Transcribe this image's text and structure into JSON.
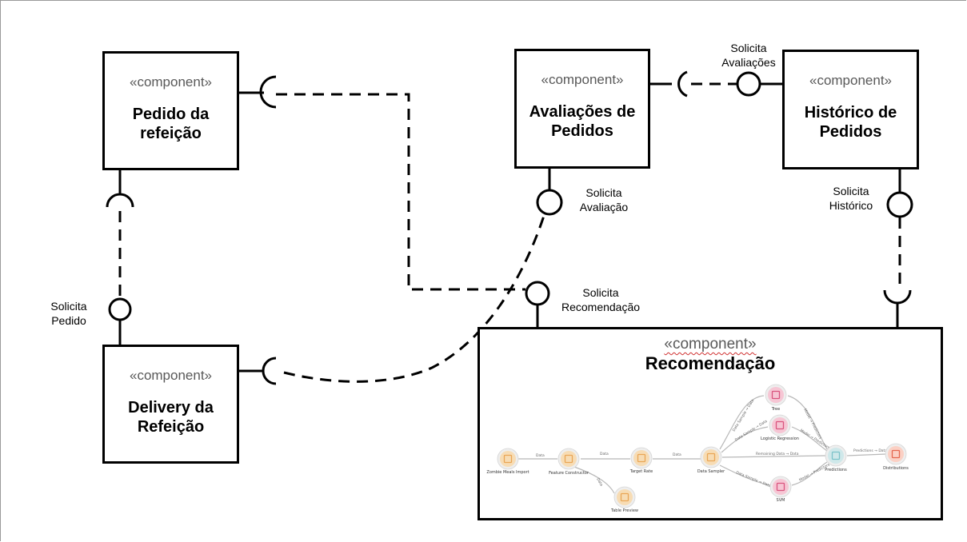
{
  "components": {
    "pedido": {
      "stereotype": "«component»",
      "name": "Pedido da refeição"
    },
    "avaliacoes": {
      "stereotype": "«component»",
      "name": "Avaliações de Pedidos"
    },
    "historico": {
      "stereotype": "«component»",
      "name": "Histórico de Pedidos"
    },
    "delivery": {
      "stereotype": "«component»",
      "name": "Delivery da Refeição"
    },
    "recomendacao": {
      "stereotype": "«component»",
      "name": "Recomendação"
    }
  },
  "interfaces": {
    "solicita_avaliacoes": {
      "line1": "Solicita",
      "line2": "Avaliações"
    },
    "solicita_avaliacao": {
      "line1": "Solicita",
      "line2": "Avaliação"
    },
    "solicita_historico": {
      "line1": "Solicita",
      "line2": "Histórico"
    },
    "solicita_recomendacao": {
      "line1": "Solicita",
      "line2": "Recomendação"
    },
    "solicita_pedido": {
      "line1": "Solicita",
      "line2": "Pedido"
    }
  },
  "workflow": {
    "nodes": {
      "zombie": "Zombie Meals Import",
      "feature": "Feature Constructor",
      "table": "Table Preview",
      "target": "Target Rate",
      "sampler": "Data Sampler",
      "tree": "Tree",
      "logistic": "Logistic Regression",
      "svm": "SVM",
      "predictions": "Predictions",
      "distributions": "Distributions"
    },
    "links": {
      "zombie_feature": "Data",
      "feature_target": "Data",
      "feature_table": "Data",
      "target_sampler": "Data",
      "sampler_tree": "Data Sample → Data",
      "sampler_logistic": "Data Sample → Data",
      "sampler_predictions": "Remaining Data → Data",
      "sampler_svm": "Data Sample → Data",
      "tree_predictions": "Model → Predictors",
      "logistic_predictions": "Model → Predictors",
      "svm_predictions": "Model → Predictors",
      "predictions_distributions": "Predictions → Data"
    },
    "colors": {
      "data_node": "#f7dcb4",
      "data_icon": "#e9a656",
      "model_node": "#f6c6d4",
      "model_icon": "#d9547e",
      "eval_node": "#cfe8ea",
      "eval_icon": "#7cc3c9",
      "vis_node": "#fbd0c4",
      "vis_icon": "#e5674f",
      "link": "#b8b8b8"
    }
  }
}
